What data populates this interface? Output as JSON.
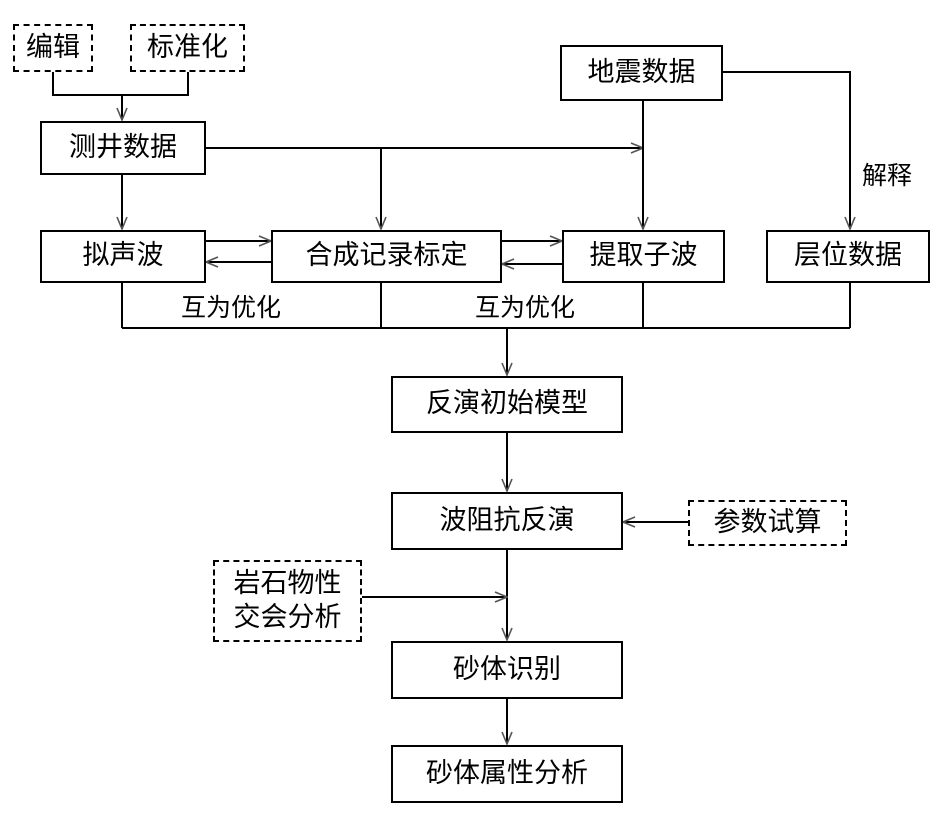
{
  "nodes": {
    "edit": "编辑",
    "standardize": "标准化",
    "seismic_data": "地震数据",
    "well_log_data": "测井数据",
    "pseudo_sonic": "拟声波",
    "synthetic_calibration": "合成记录标定",
    "wavelet_extraction": "提取子波",
    "horizon_data": "层位数据",
    "initial_model": "反演初始模型",
    "impedance_inversion": "波阻抗反演",
    "parameter_test": "参数试算",
    "petrophysics_line1": "岩石物性",
    "petrophysics_line2": "交会分析",
    "sand_identification": "砂体识别",
    "sand_attribute_analysis": "砂体属性分析"
  },
  "labels": {
    "interpretation": "解释",
    "mutual_optimization_left": "互为优化",
    "mutual_optimization_right": "互为优化"
  },
  "colors": {
    "stroke": "#000000",
    "arrow": "#555555",
    "background": "#ffffff"
  }
}
